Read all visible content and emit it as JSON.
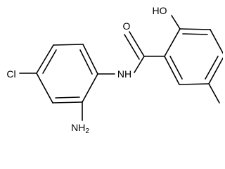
{
  "molecule": {
    "atoms": {
      "hydroxyl": "HO",
      "carbonyl_oxygen": "O",
      "amide_nitrogen": "NH",
      "chlorine": "Cl",
      "amino_main": "NH",
      "amino_sub": "2"
    }
  },
  "colors": {
    "bond": "#000000",
    "label": "#000000",
    "background": "#ffffff"
  }
}
